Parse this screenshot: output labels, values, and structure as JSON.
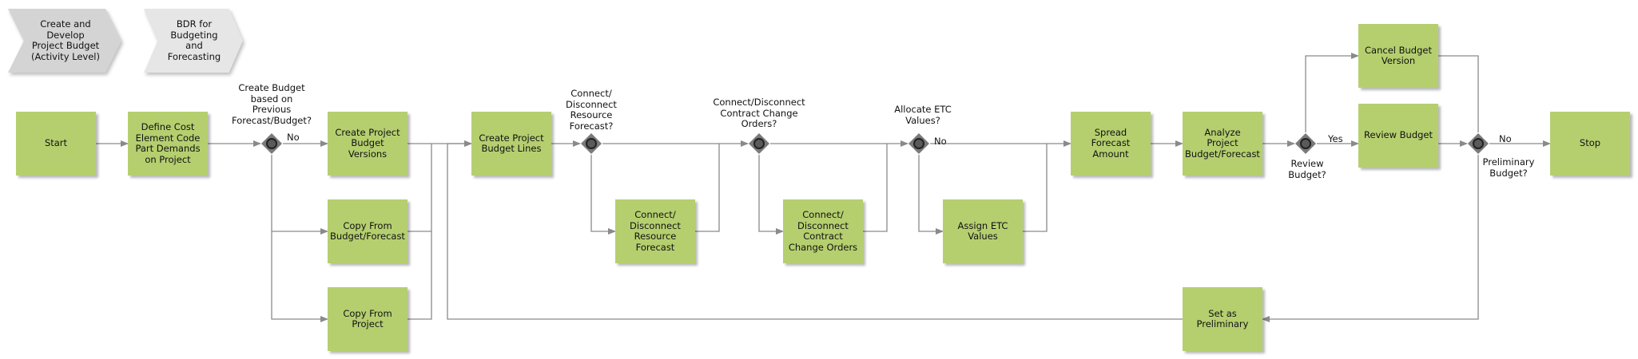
{
  "colors": {
    "task": "#b5cf6f",
    "chevron_dark": "#d4d4d4",
    "chevron_light": "#e6e6e6",
    "gateway": "#7a7a7a",
    "line": "#8a8a8a"
  },
  "chevrons": [
    {
      "id": "create-develop",
      "text": "Create and\nDevelop\nProject Budget\n(Activity Level)"
    },
    {
      "id": "bdr",
      "text": "BDR for\nBudgeting\nand\nForecasting"
    }
  ],
  "tasks": [
    {
      "id": "start",
      "text": "Start"
    },
    {
      "id": "define-cost",
      "text": "Define Cost\nElement Code\nPart Demands\non Project"
    },
    {
      "id": "create-versions",
      "text": "Create Project\nBudget Versions"
    },
    {
      "id": "copy-budget",
      "text": "Copy From\nBudget/Forecast"
    },
    {
      "id": "copy-project",
      "text": "Copy From\nProject"
    },
    {
      "id": "create-lines",
      "text": "Create Project\nBudget Lines"
    },
    {
      "id": "connect-resource",
      "text": "Connect/\nDisconnect\nResource\nForecast"
    },
    {
      "id": "connect-contract",
      "text": "Connect/\nDisconnect\nContract\nChange Orders"
    },
    {
      "id": "assign-etc",
      "text": "Assign ETC\nValues"
    },
    {
      "id": "spread",
      "text": "Spread\nForecast\nAmount"
    },
    {
      "id": "analyze",
      "text": "Analyze\nProject\nBudget/Forecast"
    },
    {
      "id": "cancel",
      "text": "Cancel Budget\nVersion"
    },
    {
      "id": "review",
      "text": "Review Budget"
    },
    {
      "id": "stop",
      "text": "Stop"
    },
    {
      "id": "set-preliminary",
      "text": "Set as\nPreliminary"
    }
  ],
  "gateways": [
    {
      "id": "g1",
      "question": "Create Budget\nbased on\nPrevious\nForecast/Budget?",
      "branch": "No"
    },
    {
      "id": "g2",
      "question": "Connect/\nDisconnect\nResource\nForecast?",
      "branch": ""
    },
    {
      "id": "g3",
      "question": "Connect/Disconnect\nContract Change\nOrders?",
      "branch": ""
    },
    {
      "id": "g4",
      "question": "Allocate ETC\nValues?",
      "branch": "No"
    },
    {
      "id": "g5",
      "question": "Review\nBudget?",
      "branch": "Yes"
    },
    {
      "id": "g6",
      "question": "Preliminary\nBudget?",
      "branch": "No"
    }
  ]
}
